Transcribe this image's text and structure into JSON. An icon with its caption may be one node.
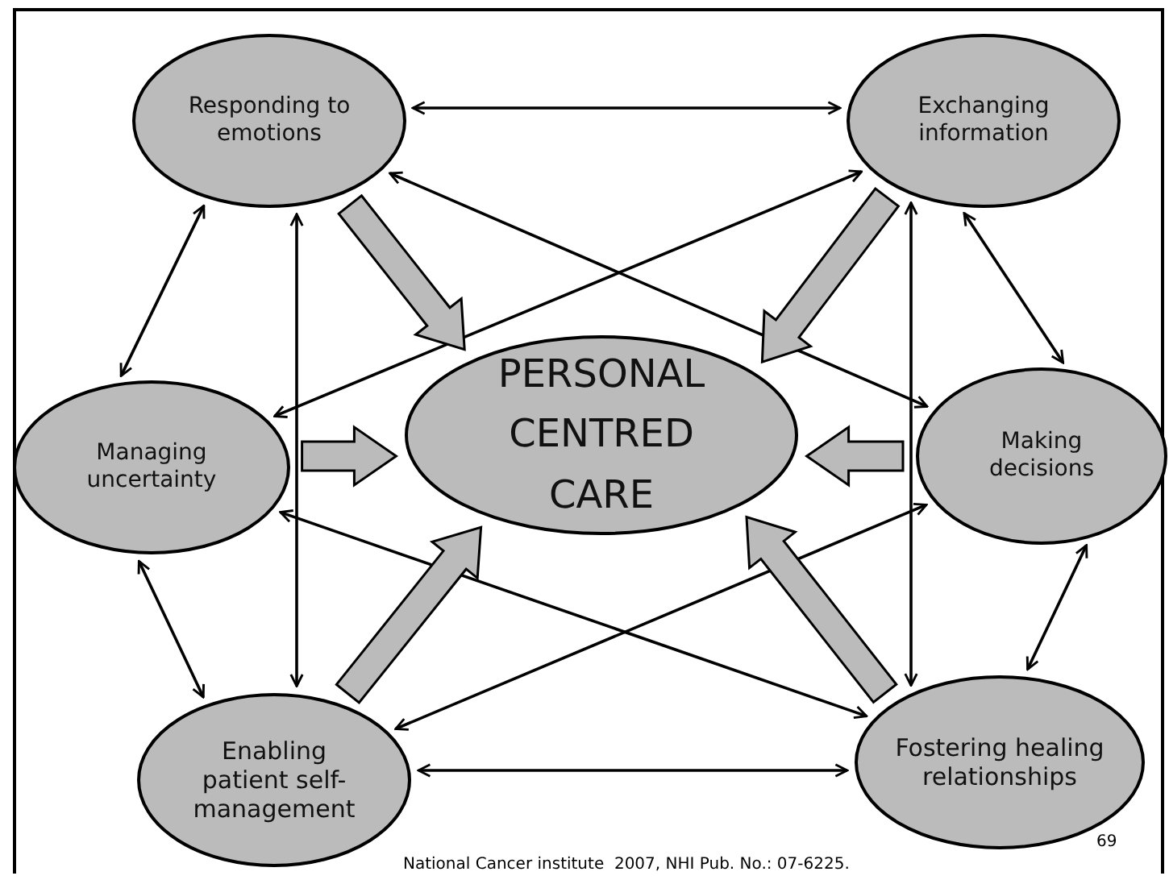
{
  "diagram": {
    "nodes": [
      {
        "text": [
          "Responding to emotions"
        ]
      },
      {
        "text": [
          "Exchanging information"
        ]
      },
      {
        "text": [
          "Managing uncertainty"
        ]
      },
      {
        "text": [
          "PERSONAL CENTRED CARE"
        ]
      },
      {
        "text": [
          "Making decisions"
        ]
      },
      {
        "text": [
          "Enabling patient self-management"
        ]
      },
      {
        "text": [
          "Fostering healing relationships"
        ]
      }
    ],
    "edges": [
      {
        "from": 0,
        "to": 1,
        "arrow": "both"
      },
      {
        "from": 0,
        "to": 2,
        "arrow": "both"
      },
      {
        "from": 1,
        "to": 4,
        "arrow": "both"
      },
      {
        "from": 0,
        "to": 5,
        "arrow": "both"
      },
      {
        "from": 1,
        "to": 6,
        "arrow": "both"
      },
      {
        "from": 0,
        "to": 4,
        "arrow": "both"
      },
      {
        "from": 1,
        "to": 2,
        "arrow": "both"
      },
      {
        "from": 2,
        "to": 6,
        "arrow": "both"
      },
      {
        "from": 5,
        "to": 4,
        "arrow": "both"
      },
      {
        "from": 2,
        "to": 5,
        "arrow": "both"
      },
      {
        "from": 4,
        "to": 6,
        "arrow": "both"
      },
      {
        "from": 5,
        "to": 6,
        "arrow": "both"
      },
      {
        "from": 0,
        "to": 3,
        "arrow": "to",
        "style": "thick",
        "color": "#bbbbbb"
      },
      {
        "from": 1,
        "to": 3,
        "arrow": "to",
        "style": "thick",
        "color": "#bbbbbb"
      },
      {
        "from": 2,
        "to": 3,
        "arrow": "to",
        "style": "thick",
        "color": "#bbbbbb"
      },
      {
        "from": 4,
        "to": 3,
        "arrow": "to",
        "style": "thick",
        "color": "#bbbbbb"
      },
      {
        "from": 5,
        "to": 3,
        "arrow": "to",
        "style": "thick",
        "color": "#bbbbbb"
      },
      {
        "from": 6,
        "to": 3,
        "arrow": "to",
        "style": "thick",
        "color": "#bbbbbb"
      }
    ],
    "labels": [
      "69",
      "National Cancer institute  2007, NHI Pub. No.: 07-6225."
    ]
  }
}
